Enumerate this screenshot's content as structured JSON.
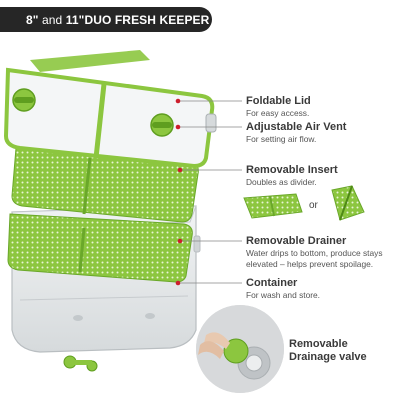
{
  "banner": {
    "size_a": "8\"",
    "and": " and ",
    "size_b": "11\"",
    "product": "DUO FRESH KEEPER"
  },
  "callouts": [
    {
      "title": "Foldable Lid",
      "desc": "For easy access."
    },
    {
      "title": "Adjustable Air Vent",
      "desc": "For setting air flow."
    },
    {
      "title": "Removable Insert",
      "desc": "Doubles as divider."
    },
    {
      "title": "Removable Drainer",
      "desc": "Water drips to bottom, produce stays elevated – helps prevent spoilage."
    },
    {
      "title": "Container",
      "desc": "For wash and store."
    },
    {
      "title": "Removable Drainage valve",
      "desc": ""
    }
  ],
  "insert_alt": {
    "or_label": "or"
  },
  "colors": {
    "accent_green": "#8cc63f",
    "dark_green": "#5f9e1f",
    "marker_red": "#cc1f2d",
    "banner_bg": "#262626"
  }
}
